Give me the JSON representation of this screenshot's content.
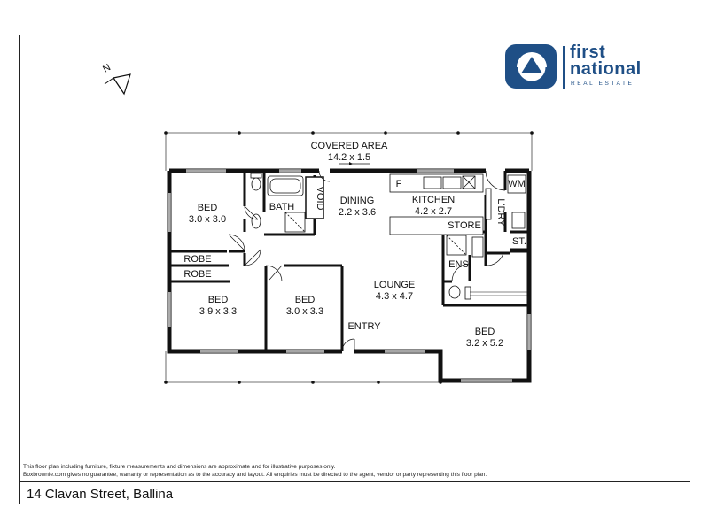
{
  "logo": {
    "line1": "first",
    "line2": "national",
    "tagline": "REAL ESTATE",
    "brand_color": "#1f4f86"
  },
  "compass": {
    "label": "N"
  },
  "rooms": {
    "covered_area": {
      "name": "COVERED AREA",
      "dims": "14.2 x 1.5"
    },
    "bed_top_left": {
      "name": "BED",
      "dims": "3.0 x 3.0"
    },
    "bath": {
      "name": "BATH"
    },
    "void": {
      "name": "VOID"
    },
    "dining": {
      "name": "DINING",
      "dims": "2.2 x 3.6"
    },
    "kitchen": {
      "name": "KITCHEN",
      "dims": "4.2 x 2.7"
    },
    "kitchen_f": {
      "name": "F"
    },
    "store": {
      "name": "STORE"
    },
    "laundry": {
      "name": "L'DRY"
    },
    "wm": {
      "name": "WM"
    },
    "st": {
      "name": "ST."
    },
    "robe1": {
      "name": "ROBE"
    },
    "robe2": {
      "name": "ROBE"
    },
    "ens": {
      "name": "ENS."
    },
    "lounge": {
      "name": "LOUNGE",
      "dims": "4.3 x 4.7"
    },
    "bed_left": {
      "name": "BED",
      "dims": "3.9 x 3.3"
    },
    "bed_mid": {
      "name": "BED",
      "dims": "3.0 x 3.3"
    },
    "entry": {
      "name": "ENTRY"
    },
    "bed_right": {
      "name": "BED",
      "dims": "3.2 x 5.2"
    }
  },
  "disclaimer": {
    "line1": "This floor plan including furniture, fixture measurements and dimensions are approximate and for illustrative purposes only.",
    "line2": "Boxbrownie.com gives no guarantee, warranty or representation as to the accuracy and layout. All enquiries must be directed to the agent, vendor or party representing this floor plan."
  },
  "address": "14 Clavan Street, Ballina"
}
